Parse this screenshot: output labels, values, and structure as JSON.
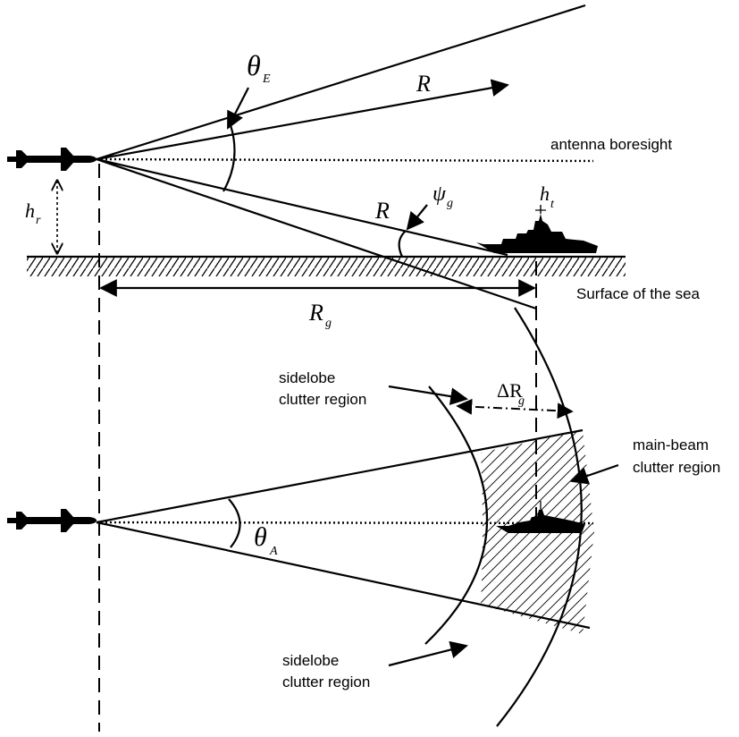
{
  "labels": {
    "theta_e": "θ",
    "theta_e_sub": "E",
    "r_top": "R",
    "r_mid": "R",
    "antenna_boresight": "antenna boresight",
    "h_r": "h",
    "h_r_sub": "r",
    "psi_g": "ψ",
    "psi_g_sub": "g",
    "h_t": "h",
    "h_t_sub": "t",
    "surface_of_sea": "Surface of the sea",
    "r_g": "R",
    "r_g_sub": "g",
    "sidelobe_top_line1": "sidelobe",
    "sidelobe_top_line2": "clutter region",
    "delta_r_g": "ΔR",
    "delta_r_g_sub": "g",
    "main_beam_line1": "main-beam",
    "main_beam_line2": "clutter region",
    "theta_a": "θ",
    "theta_a_sub": "A",
    "sidelobe_bottom_line1": "sidelobe",
    "sidelobe_bottom_line2": "clutter region"
  },
  "icons": {
    "missile": "missile-icon",
    "ship": "ship-icon"
  },
  "colors": {
    "ink": "#000000",
    "background": "#ffffff"
  }
}
